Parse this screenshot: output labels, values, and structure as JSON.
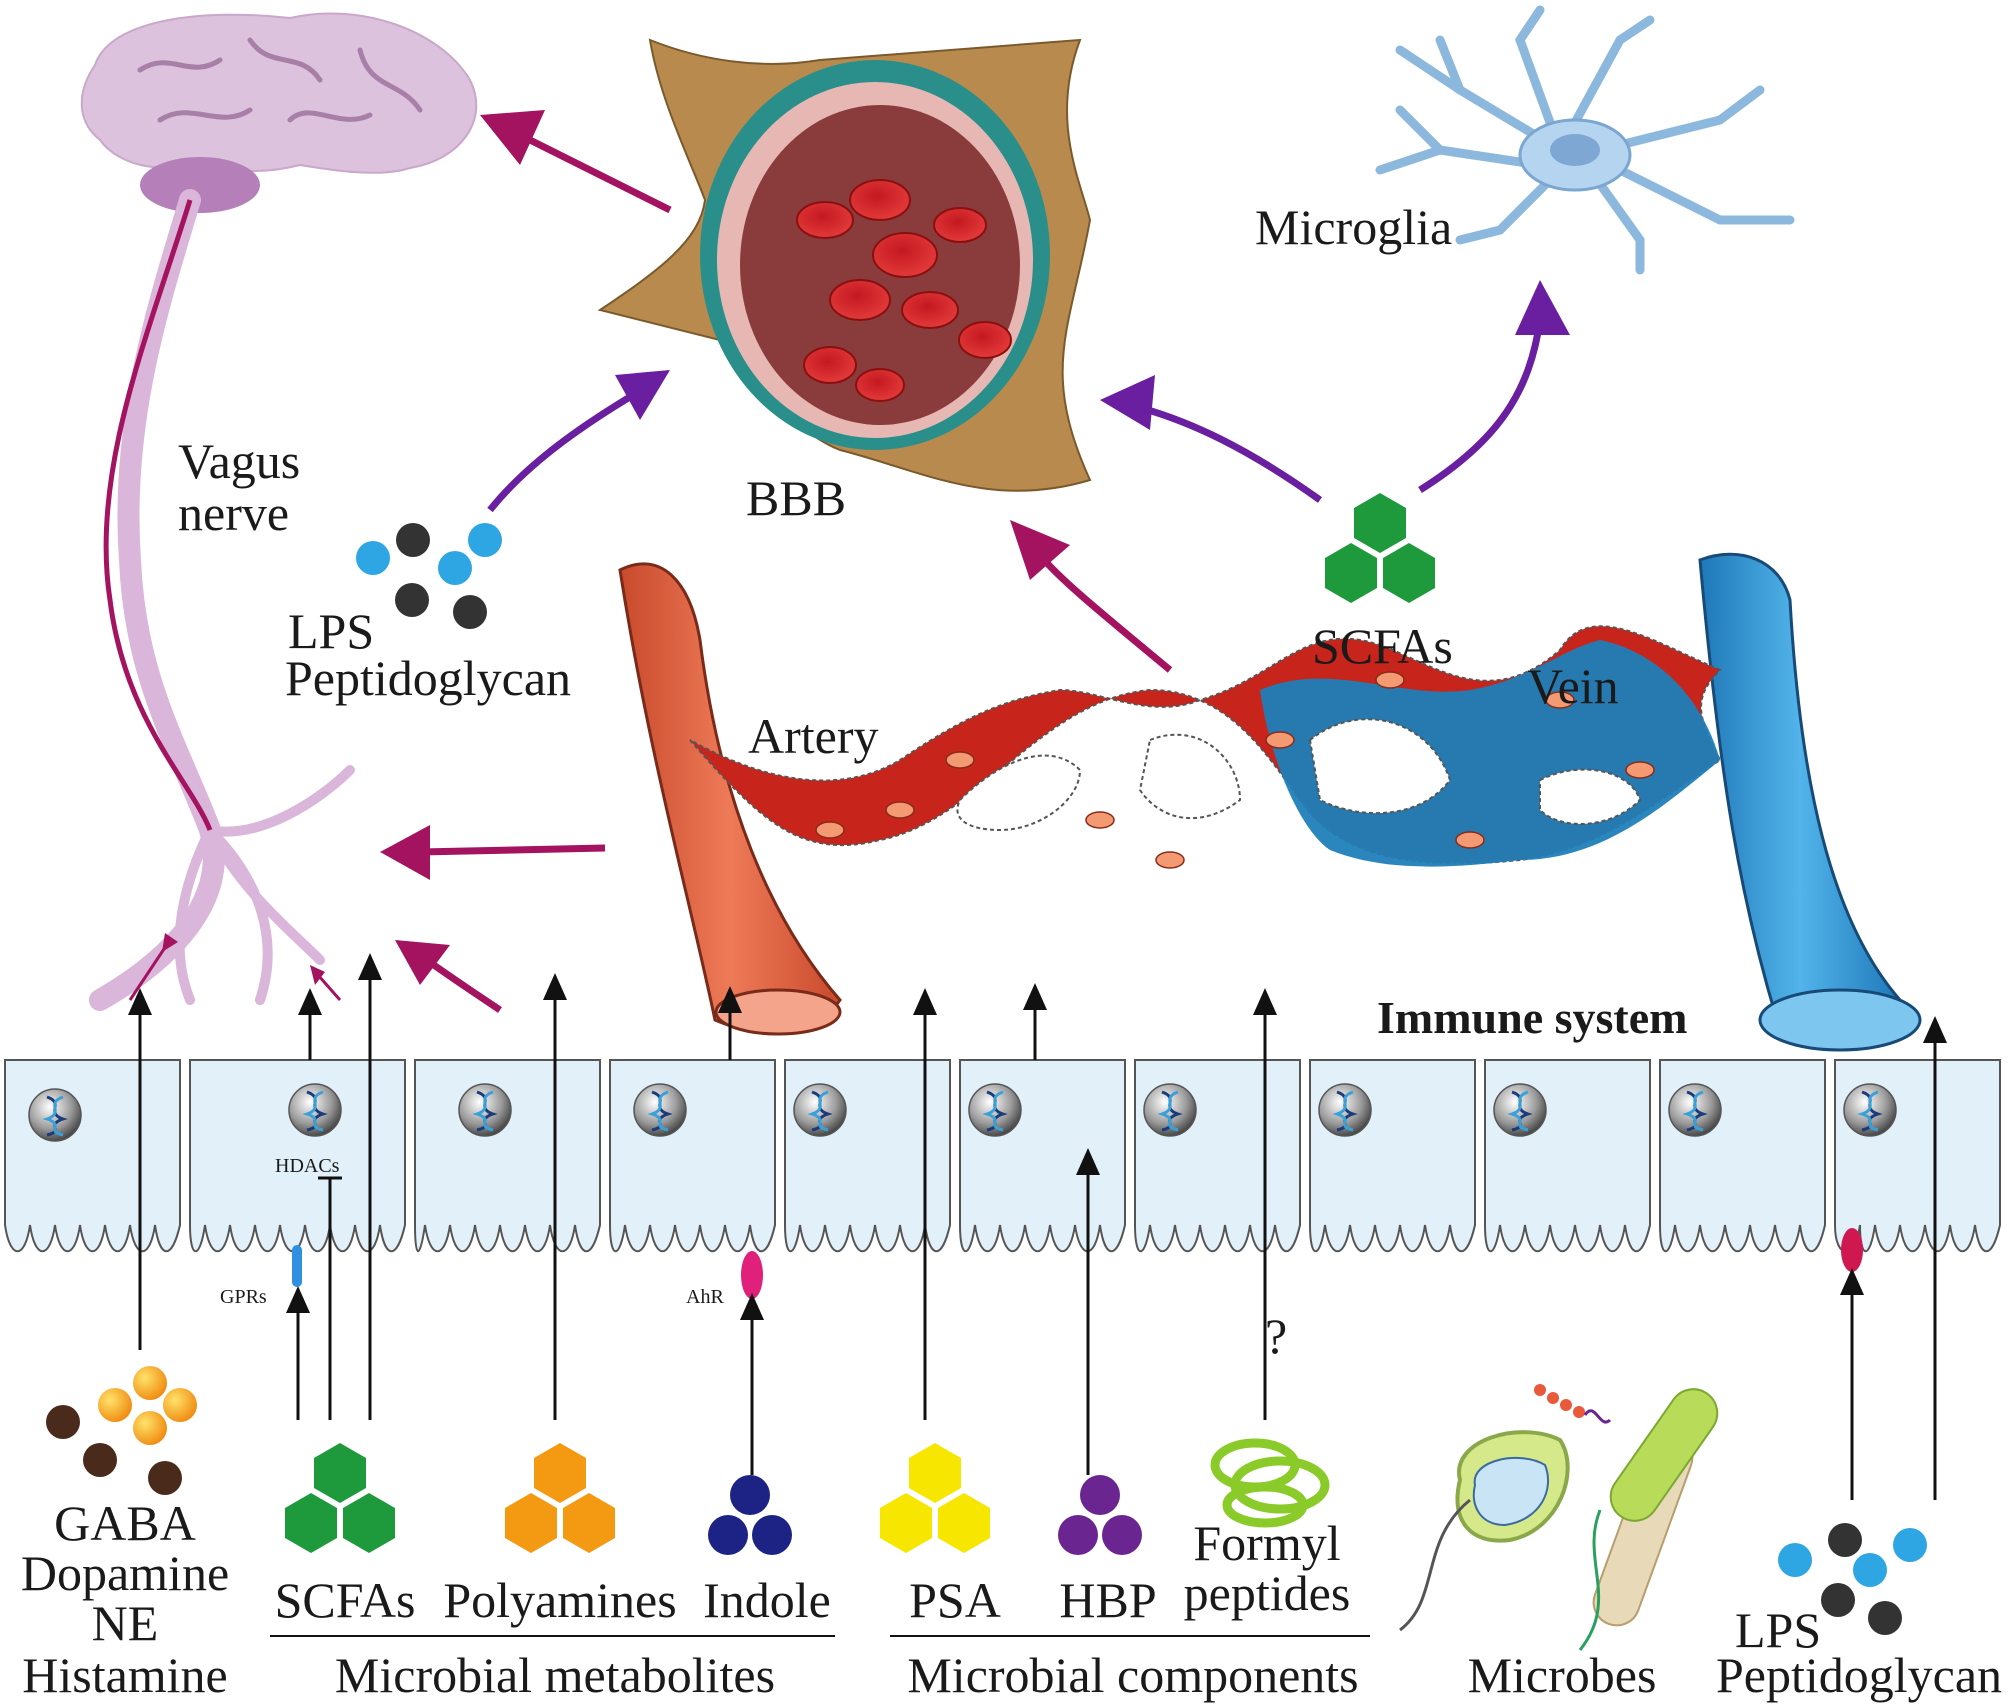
{
  "labels": {
    "bbb": "BBB",
    "microglia": "Microglia",
    "vagus_line1": "Vagus",
    "vagus_line2": "nerve",
    "lps_top": "LPS",
    "peptidoglycan_top": "Peptidoglycan",
    "scfas_top": "SCFAs",
    "vein": "Vein",
    "artery": "Artery",
    "immune_system": "Immune system",
    "hdacs": "HDACs",
    "gprs": "GPRs",
    "ahr": "AhR",
    "question_mark": "?"
  },
  "molecules": {
    "neuro_line1": "GABA",
    "neuro_line2": "Dopamine",
    "neuro_line3": "NE",
    "neuro_line4": "Histamine",
    "scfas": "SCFAs",
    "polyamines": "Polyamines",
    "indole": "Indole",
    "psa": "PSA",
    "hbp": "HBP",
    "formyl_line1": "Formyl",
    "formyl_line2": "peptides",
    "microbes": "Microbes",
    "lps_bottom": "LPS",
    "peptidoglycan_bottom": "Peptidoglycan"
  },
  "groups": {
    "microbial_metabolites": "Microbial metabolites",
    "microbial_components": "Microbial components"
  },
  "colors": {
    "magenta_arrow": "#a3135f",
    "purple_arrow": "#6a1fa0",
    "scfa_green": "#1e9a3c",
    "polyamine_orange": "#f39a12",
    "indole_navy": "#1c2384",
    "psa_yellow": "#f7e600",
    "hbp_purple": "#6a2590",
    "lps_blue": "#2ea6e4",
    "lps_dark": "#333333",
    "artery_red": "#e2442b",
    "vein_blue": "#2a8fd0",
    "brain_pink": "#dcc2dc",
    "cell_fill": "#e2f0fa"
  }
}
